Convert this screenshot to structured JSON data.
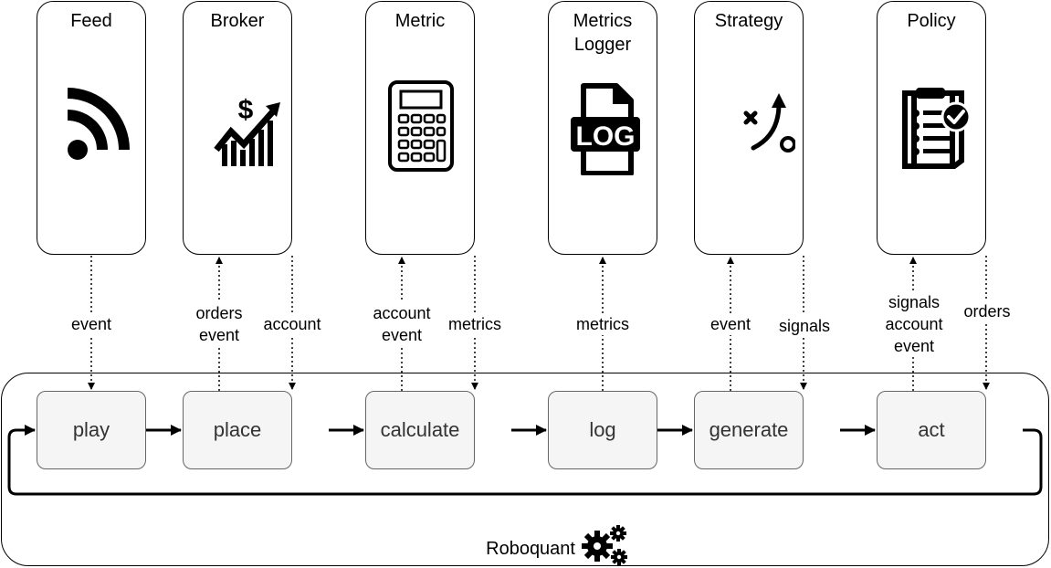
{
  "components": [
    {
      "id": "feed",
      "title": "Feed",
      "icon": "rss-feed-icon"
    },
    {
      "id": "broker",
      "title": "Broker",
      "icon": "dollar-growth-chart-icon"
    },
    {
      "id": "metric",
      "title": "Metric",
      "icon": "calculator-icon"
    },
    {
      "id": "metrics-logger",
      "title": "Metrics\nLogger",
      "icon": "log-file-icon"
    },
    {
      "id": "strategy",
      "title": "Strategy",
      "icon": "strategy-play-icon"
    },
    {
      "id": "policy",
      "title": "Policy",
      "icon": "clipboard-check-icon"
    }
  ],
  "steps": [
    "play",
    "place",
    "calculate",
    "log",
    "generate",
    "act"
  ],
  "flows": {
    "feed_out": "event",
    "broker_in": "orders\nevent",
    "broker_out": "account",
    "metric_in": "account\nevent",
    "metric_out": "metrics",
    "logger_in": "metrics",
    "strategy_in": "event",
    "strategy_out": "signals",
    "policy_in": "signals\naccount\nevent",
    "policy_out": "orders"
  },
  "app": {
    "name": "Roboquant",
    "icon": "gears-icon"
  }
}
